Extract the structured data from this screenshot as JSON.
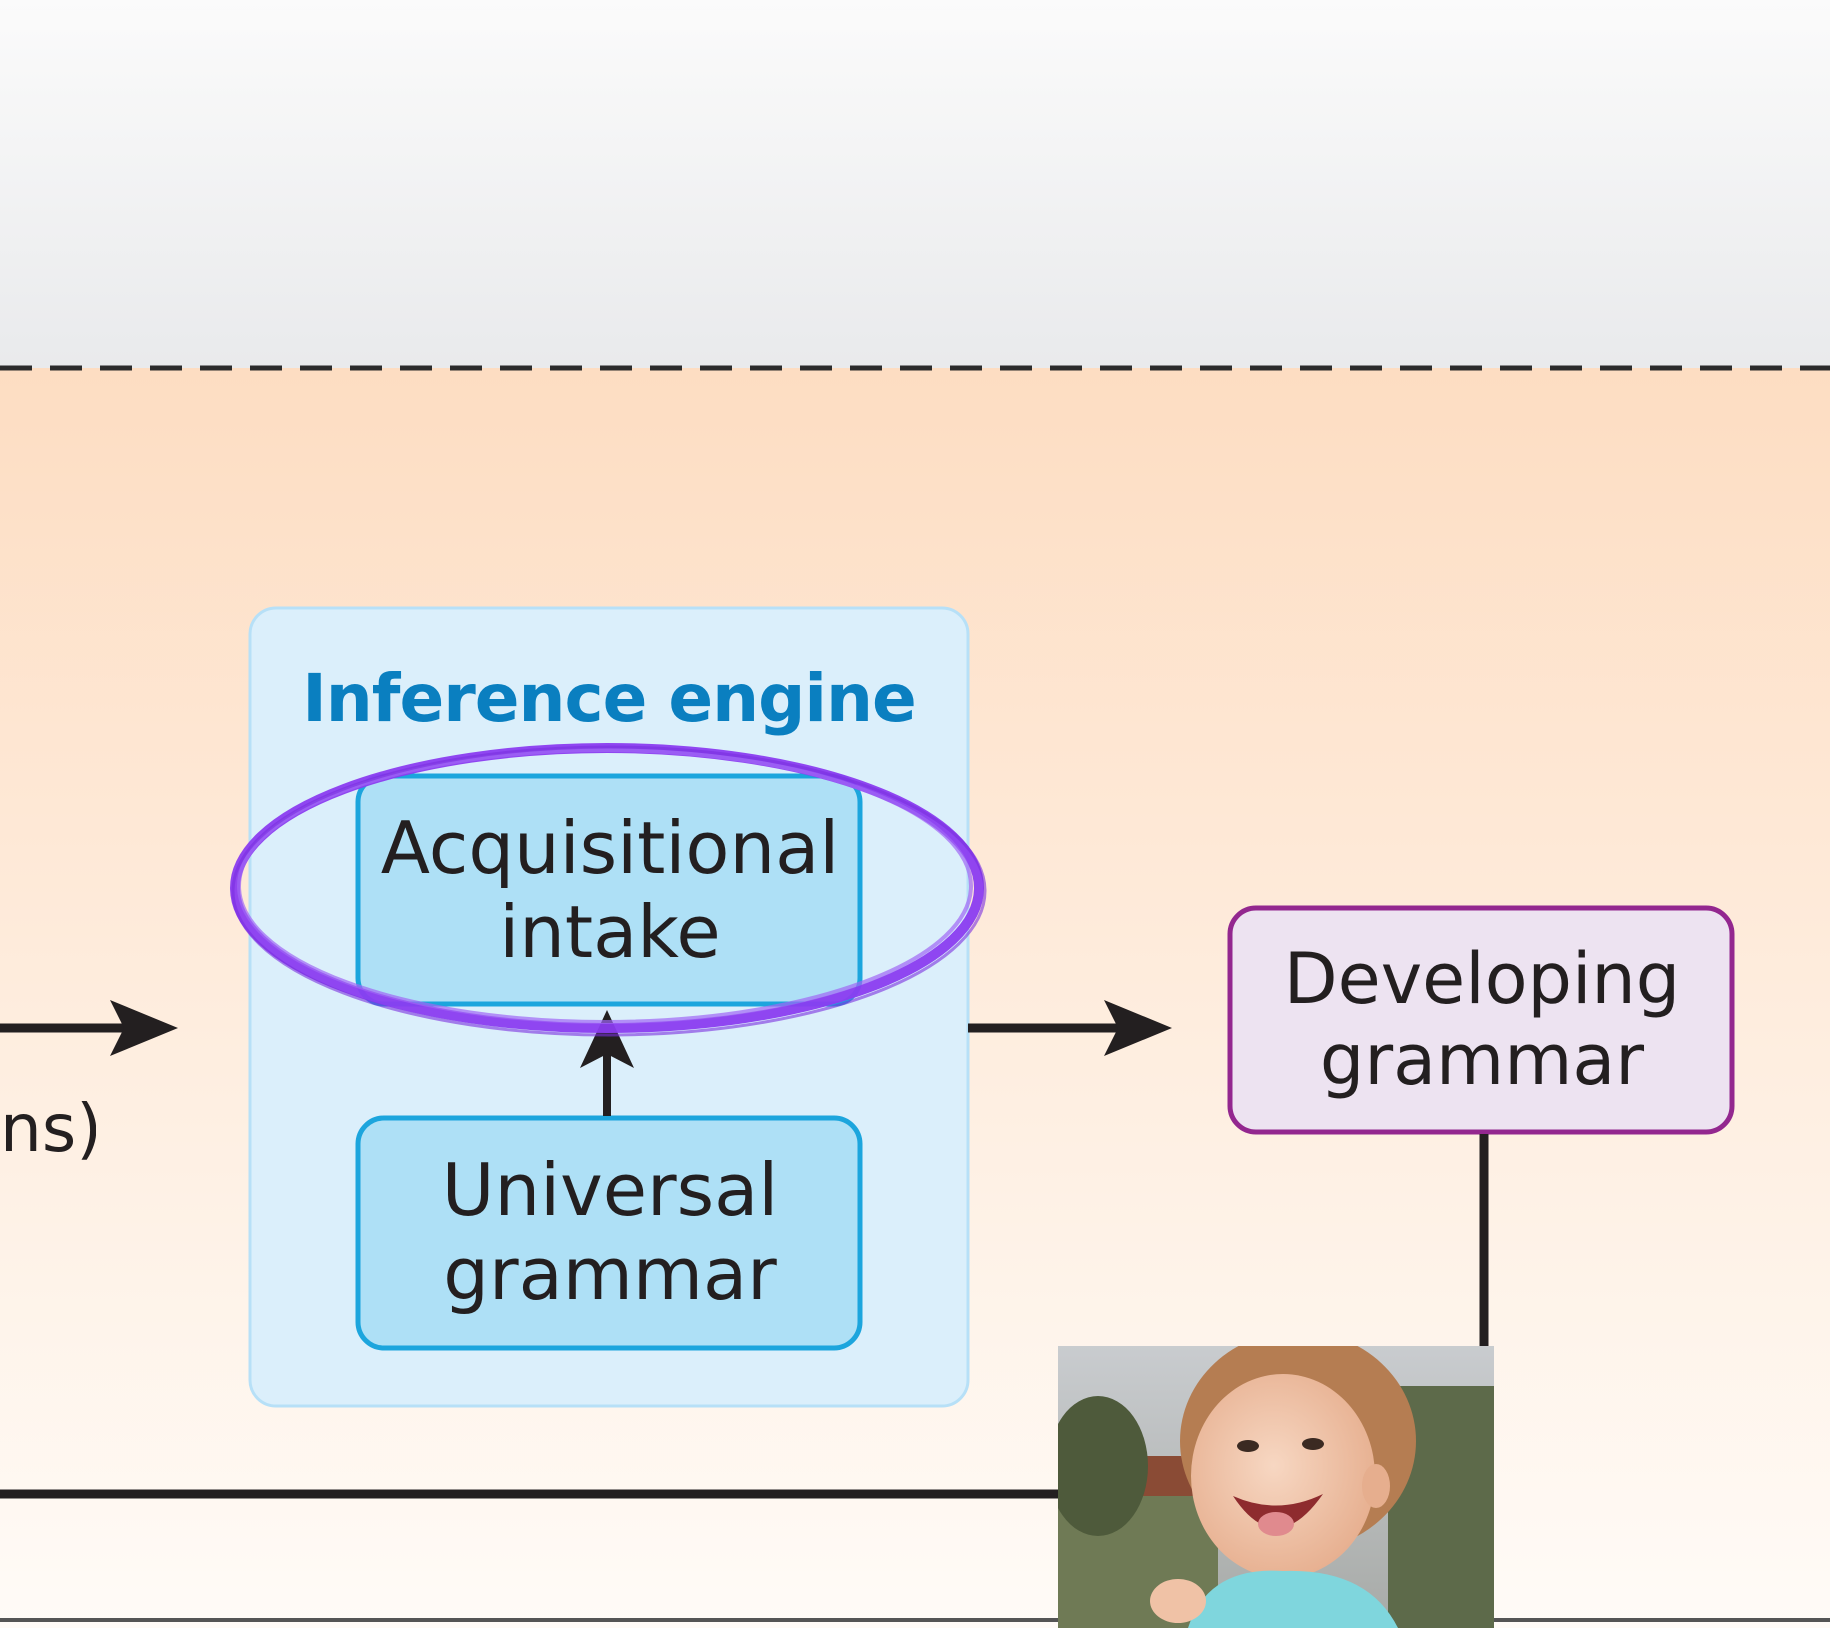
{
  "diagram": {
    "inference_engine": {
      "title": "Inference engine",
      "acquisitional_intake": "Acquisitional\nintake",
      "universal_grammar": "Universal\ngrammar"
    },
    "developing_grammar": "Developing\ngrammar",
    "partial_left_label": "ns)",
    "colors": {
      "lower_region_top": "#fde1c8",
      "lower_region_bottom": "#fffaf6",
      "upper_region": "#eeeff0",
      "engine_panel": "#dbeffb",
      "engine_title": "#0a7fc0",
      "inner_box_fill": "#aee0f6",
      "inner_box_border": "#1ca5dd",
      "developing_fill": "#ede3f1",
      "developing_border": "#93278f",
      "highlight_ellipse": "#8b3cf0",
      "lines": "#231f20"
    }
  }
}
